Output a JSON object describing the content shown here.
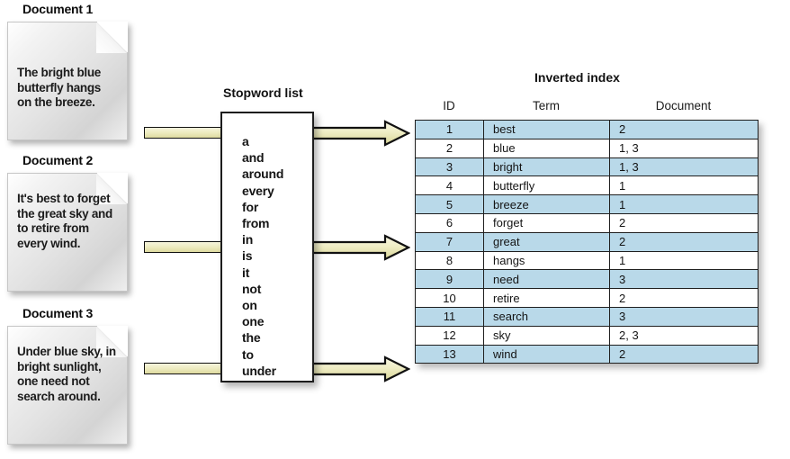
{
  "documents": [
    {
      "title": "Document 1",
      "text": "The bright blue butterfly hangs on the breeze."
    },
    {
      "title": "Document 2",
      "text": "It's best to forget the great sky and to retire from every wind."
    },
    {
      "title": "Document 3",
      "text": "Under blue sky, in bright sunlight, one need not search around."
    }
  ],
  "stopwords": {
    "title": "Stopword list",
    "words": [
      "a",
      "and",
      "around",
      "every",
      "for",
      "from",
      "in",
      "is",
      "it",
      "not",
      "on",
      "one",
      "the",
      "to",
      "under"
    ]
  },
  "inverted_index": {
    "title": "Inverted index",
    "columns": [
      "ID",
      "Term",
      "Document"
    ],
    "rows": [
      {
        "id": "1",
        "term": "best",
        "document": "2"
      },
      {
        "id": "2",
        "term": "blue",
        "document": "1, 3"
      },
      {
        "id": "3",
        "term": "bright",
        "document": "1, 3"
      },
      {
        "id": "4",
        "term": "butterfly",
        "document": "1"
      },
      {
        "id": "5",
        "term": "breeze",
        "document": "1"
      },
      {
        "id": "6",
        "term": "forget",
        "document": "2"
      },
      {
        "id": "7",
        "term": "great",
        "document": "2"
      },
      {
        "id": "8",
        "term": "hangs",
        "document": "1"
      },
      {
        "id": "9",
        "term": "need",
        "document": "3"
      },
      {
        "id": "10",
        "term": "retire",
        "document": "2"
      },
      {
        "id": "11",
        "term": "search",
        "document": "3"
      },
      {
        "id": "12",
        "term": "sky",
        "document": "2, 3"
      },
      {
        "id": "13",
        "term": "wind",
        "document": "2"
      }
    ]
  },
  "colors": {
    "row_shaded": "#b9d9e9",
    "row_plain": "#ffffff",
    "arrow_fill": "#eeecc3",
    "arrow_stroke": "#111111",
    "table_border": "#1f1f1f"
  }
}
